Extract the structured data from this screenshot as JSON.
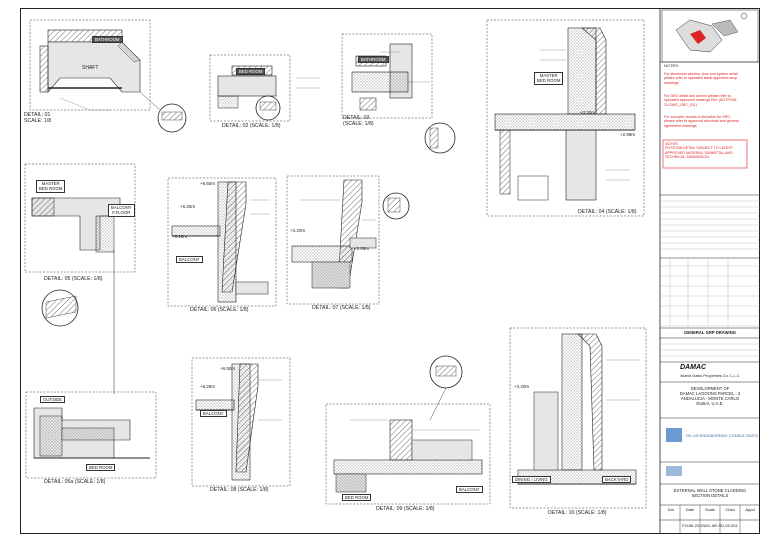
{
  "details": [
    {
      "id": "d01",
      "label": "DETAIL: 01\nSCALE: 1/8",
      "rooms": [
        "BATHROOM",
        "SHAFT"
      ]
    },
    {
      "id": "d02",
      "label": "DETAIL: 02 (SCALE: 1/8)",
      "rooms": [
        "BED ROOM"
      ]
    },
    {
      "id": "d03",
      "label": "DETAIL: 03\n(SCALE: 1/8)",
      "rooms": [
        "BATHROOM"
      ]
    },
    {
      "id": "d04",
      "label": "DETAIL: 04 (SCALE: 1/8)",
      "rooms": [
        "MASTER\nBED ROOM"
      ],
      "levels": [
        "+3.30m",
        "+2.99m"
      ]
    },
    {
      "id": "d05",
      "label": "DETAIL: 05 (SCALE: 1/8)",
      "rooms": [
        "MASTER\nBED ROOM",
        "BALCONY\nF.FLOOR"
      ]
    },
    {
      "id": "d06",
      "label": "DETAIL: 06 (SCALE: 1/8)",
      "rooms": [
        "BALCONY"
      ],
      "levels": [
        "+6.50m",
        "+6.25m",
        "+5.10m"
      ]
    },
    {
      "id": "d07",
      "label": "DETAIL: 07 (SCALE: 1/8)",
      "levels": [
        "+3.20m",
        "+2.89m"
      ]
    },
    {
      "id": "d05a",
      "label": "DETAIL: 05a (SCALE: 1/8)",
      "rooms": [
        "OUTSIDE",
        "BED ROOM"
      ]
    },
    {
      "id": "d08",
      "label": "DETAIL: 08 (SCALE: 1/8)",
      "rooms": [
        "BALCONY"
      ],
      "levels": [
        "+6.50m",
        "+6.25m"
      ]
    },
    {
      "id": "d09",
      "label": "DETAIL: 09 (SCALE: 1/8)",
      "rooms": [
        "BED ROOM",
        "BALCONY"
      ]
    },
    {
      "id": "d10",
      "label": "DETAIL: 10 (SCALE: 1/8)",
      "rooms": [
        "DINING / LIVING",
        "BACKYARD"
      ],
      "levels": [
        "+3.20m"
      ]
    }
  ],
  "notes": {
    "header": "NOTES:",
    "red_notes": [
      "For aluminium window, door and system detail please refer to specialist latest approved shop drawings.",
      "For GRC detail and anchor please refer to specialist approved drawings Ref: (NGTP158-20-DWG_GRC_011)",
      "For concrete reveals in elevation for GRC, please refer to approved structural and general agreement drawings."
    ],
    "boxed_note": "NOTES:\nPOSITION DETAIL SUBJECT TO LATEST APPROVED MATERIAL SUBMITTAL AND TECHNICAL SUBMISSION"
  },
  "titleblock": {
    "general_grp_drawing": "GENERAL GRP DRAWING",
    "client_logo_text": "DAMAC",
    "client_name": "Island Oasis Properties Co. L.L.C",
    "project": "DEVELOPMENT OF\nDAMAC LAGOONS PARCEL - 3\nANDALUCIA - MONTE CARLO\nDUBAI, U.A.E.",
    "consultant": "DK-US ENGINEERING CONSULTANTS",
    "drawing_title": "EXTERNAL WALL STONE CLADDING\nSECTION DETAILS",
    "table_headers": [
      "Drn",
      "Date",
      "Scale",
      "Chkd",
      "Appd"
    ],
    "drawing_no": "P1158-20-DWG-AR-SD-02-001"
  },
  "colors": {
    "line": "#222222",
    "hatch": "#555555",
    "red": "#dd2222",
    "fill_light": "#e6e6e6",
    "fill_dark": "#777777"
  }
}
